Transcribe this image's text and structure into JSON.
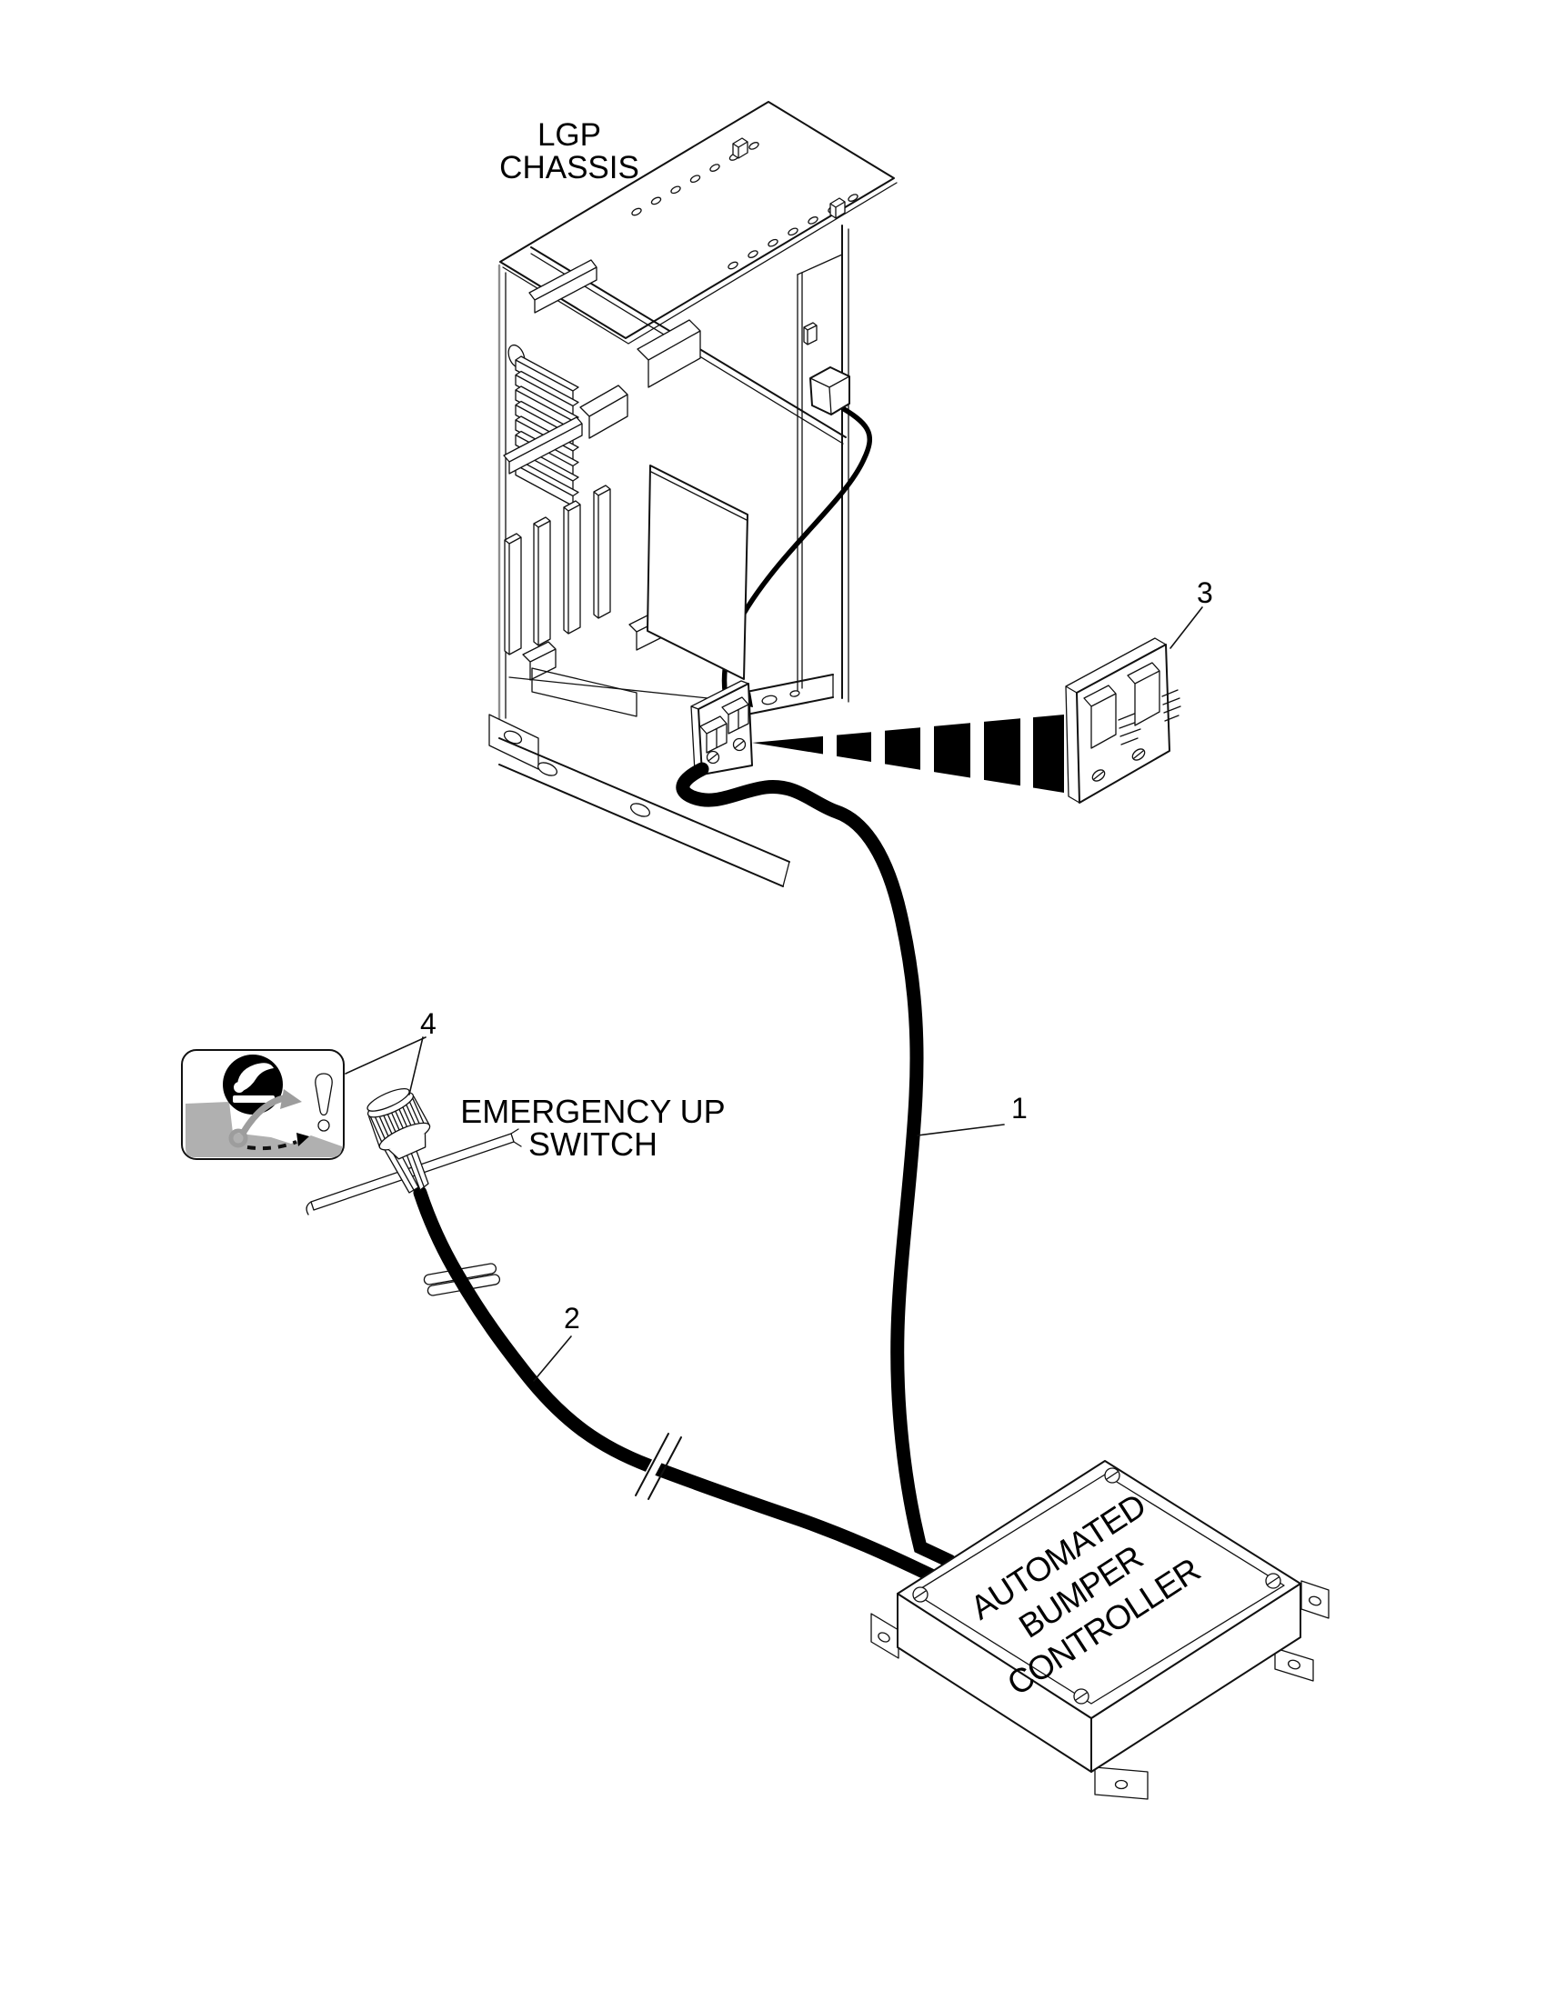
{
  "diagram": {
    "chassis": {
      "label_line1": "LGP",
      "label_line2": "CHASSIS"
    },
    "switch": {
      "label_line1": "EMERGENCY UP",
      "label_line2": "SWITCH"
    },
    "controller": {
      "label_line1": "AUTOMATED",
      "label_line2": "BUMPER",
      "label_line3": "CONTROLLER"
    },
    "callouts": [
      {
        "label": "1"
      },
      {
        "label": "2"
      },
      {
        "label": "3"
      },
      {
        "label": "4"
      }
    ],
    "colors": {
      "line": "#111111",
      "cable": "#000000",
      "gray_edge": "#8e8e8e",
      "warning_gray": "#b0b0b0",
      "background": "#ffffff"
    }
  }
}
